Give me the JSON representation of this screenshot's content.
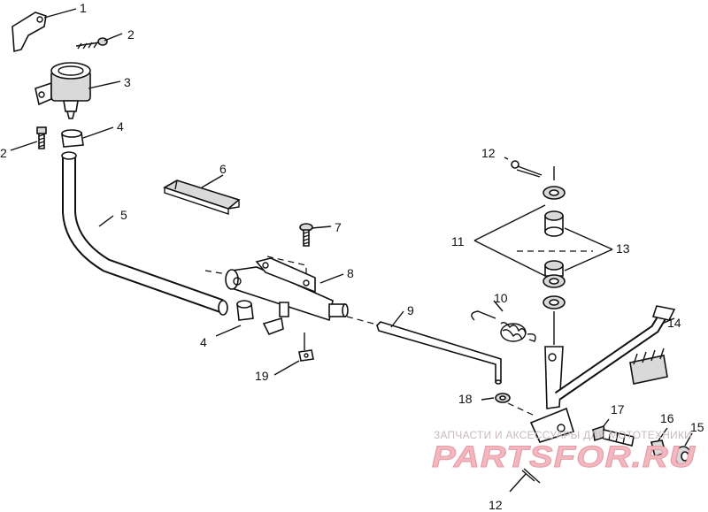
{
  "diagram": {
    "callouts": {
      "c1": "1",
      "c2a": "2",
      "c2b": "2",
      "c3": "3",
      "c4a": "4",
      "c4b": "4",
      "c5": "5",
      "c6": "6",
      "c7": "7",
      "c8": "8",
      "c9": "9",
      "c10": "10",
      "c11": "11",
      "c12a": "12",
      "c12b": "12",
      "c13": "13",
      "c14": "14",
      "c15": "15",
      "c16": "16",
      "c17": "17",
      "c18": "18",
      "c19": "19"
    }
  },
  "watermark": {
    "tagline": "ЗАПЧАСТИ И АКСЕССУАРЫ ДЛЯ МОТОТЕХНИКИ",
    "logo": "PARTSFOR.RU"
  }
}
